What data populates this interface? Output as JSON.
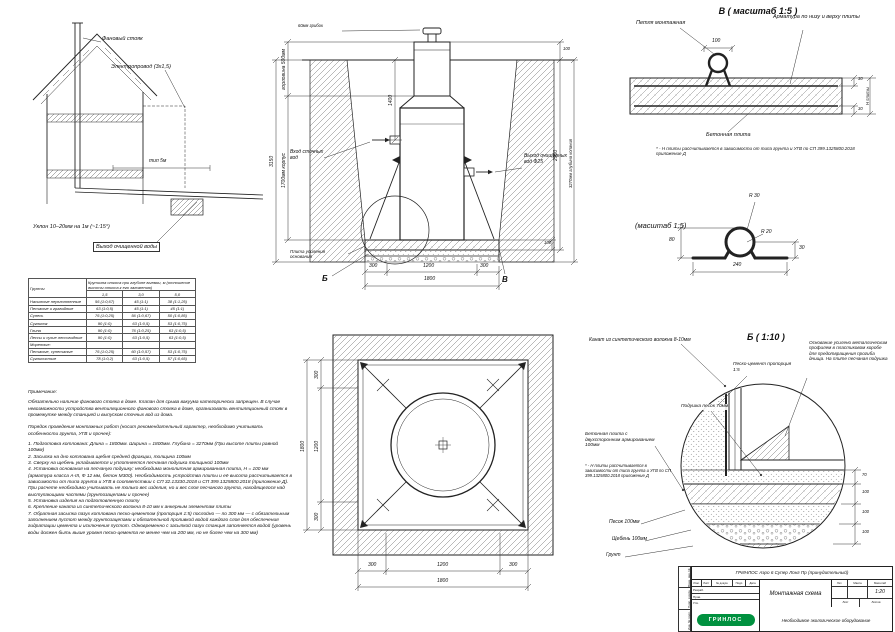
{
  "house_view": {
    "fan_stack_label": "Фановый стояк",
    "electric_label": "Электропровод (3х1,5)",
    "pipe_length_label": "тип 5м",
    "slope_label": "Уклон 10–20мм на 1м (~1:15°)",
    "outlet_label": "Выход очищенной воды"
  },
  "main_section": {
    "cap_dim": "60мм грибок",
    "neck_dim": "горловина 500мм",
    "body_dim": "1700мм корпус",
    "total_height_dim": "3150",
    "inlet_depth_dim": "1400",
    "above_ground_dim": "100",
    "inlet_label": "Вход сточных вод",
    "outlet_label": "Выход очищенных вод Ф25",
    "depth_dim": "2900",
    "plate_thickness_dim": "100",
    "excavation_depth_dim": "3270мм глубина копания",
    "base_plate_label": "Плита усиления основания",
    "dim_300_left": "300",
    "dim_1200": "1200",
    "dim_300_right": "300",
    "dim_1800": "1800",
    "detail_b_marker": "Б",
    "detail_v_marker": "В"
  },
  "detail_v": {
    "title": "В ( масштаб 1:5 )",
    "loop_label": "Петля монтажная",
    "rebar_label": "Арматура по низу и верху плиты",
    "slab_label": "Бетонная плита",
    "dim_100": "100",
    "dim_30_top": "30",
    "dim_30_bottom": "30",
    "dim_h": "Н плиты",
    "note": "* - Н плиты рассчитывается в зависимости от типа грунта и УГВ по СП 399.1325800.2018 приложение Д"
  },
  "detail_loop": {
    "title": "(масштаб 1:5)",
    "r30": "R 30",
    "r20": "R 20",
    "dim_80": "80",
    "dim_240": "240",
    "dim_30": "30"
  },
  "plan_view": {
    "dim_300_a": "300",
    "dim_1200_v": "1200",
    "dim_300_b": "300",
    "dim_1800_v": "1800",
    "dim_300_c": "300",
    "dim_1200_h": "1200",
    "dim_300_d": "300",
    "dim_1800_h": "1800"
  },
  "detail_b": {
    "title": "Б ( 1:10 )",
    "rope_label": "Канат из синтетического волокна 8-10мм",
    "reinforce_note": "Основание усилено металлическим профилем в пластиковом коробе для предотвращения прогиба днища. На плите песчаная подушка",
    "sand_cement_label": "Песко-цемент пропорция 1:5",
    "cushion_label": "Подушка песок 70мм",
    "plate_label": "Бетонная плита с двухсторонним армированием 100мм",
    "plate_note": "* - Н плиты рассчитывается в зависимости от типа грунта и УГВ по СП 399.1325800.2018 приложение Д",
    "sand_label": "Песок 100мм",
    "gravel_label": "Щебень 100мм",
    "soil_label": "Грунт",
    "dim_cushion": "70",
    "dim_plate": "100",
    "dim_sand": "100",
    "dim_gravel": "100"
  },
  "soil_table": {
    "col_soil": "Грунты",
    "col_span": "Крутизна откоса при глубине выемки, м (отношение высоты откоса к его заложению)",
    "d15": "1,5",
    "d30": "3,0",
    "d50": "5,0",
    "rows": [
      {
        "name": "Насыпные неуплотненные",
        "c1": "56 (1:0,67)",
        "c2": "45 (1:1)",
        "c3": "38 (1:1,25)"
      },
      {
        "name": "Песчаные и гравийные",
        "c1": "63 (1:0,5)",
        "c2": "45 (1:1)",
        "c3": "45 (1:1)"
      },
      {
        "name": "Супесь",
        "c1": "76 (1:0,25)",
        "c2": "56 (1:0,67)",
        "c3": "50 (1:0,85)"
      },
      {
        "name": "Суглинок",
        "c1": "90 (1:0)",
        "c2": "63 (1:0,5)",
        "c3": "53 (1:0,75)"
      },
      {
        "name": "Глина",
        "c1": "90 (1:0)",
        "c2": "76 (1:0,25)",
        "c3": "63 (1:0,5)"
      },
      {
        "name": "Лессы и сухие лессовидные",
        "c1": "90 (1:0)",
        "c2": "63 (1:0,5)",
        "c3": "63 (1:0,5)"
      },
      {
        "name": "Моренные:",
        "c1": "",
        "c2": "",
        "c3": ""
      },
      {
        "name": "Песчаные, супесчаные",
        "c1": "76 (1:0,25)",
        "c2": "60 (1:0,57)",
        "c3": "53 (1:0,75)"
      },
      {
        "name": "Суглинистые",
        "c1": "78 (1:0,2)",
        "c2": "63 (1:0,5)",
        "c3": "57 (1:0,65)"
      }
    ]
  },
  "notes": {
    "primechanie_title": "Примечание:",
    "primechanie_text": "Обязательно наличие фанового стояка в доме. Клапан для срыва вакуума категорически запрещен. В случае невозможности устройства вентиляционного фанового стояка в доме, организовать вентиляционный стояк в промежутке между станцией и выпуском сточных вод из дома.",
    "poryadok_title": "Порядок проведения монтажных работ (носит рекомендательный характер, необходимо учитывать особенности грунта, УГВ и прочее):",
    "poryadok_text": "1. Подготовка котлована: Длина = 1800мм. Ширина = 1800мм. Глубина = 3270мм (При высоте плиты равной 100мм)\n2. Засыпка на дно котлована щебня средней фракции, толщина 100мм\n3. Сверху на щебень укладывается и уплотняется песчаная подушка толщиной 100мм\n4. Установка основания на песчаную подушку: необходима монолитная армированная плита, Н = 100 мм (арматура класса А-III, Ф 12 мм, бетон М300). Необходимость устройства плиты и её высота рассчитывается в зависимости от типа грунта и УГВ в соответствии с СП 32.13330.2018 и СП 399.1325800.2018 (приложение Д). При расчете необходимо учитывать не только вес изделия, но и вес слоя песчаного грунта, находящегося над выступающими частями (грунтозацепами и прочее)\n5. Установка изделия на подготовленную плиту\n6. Крепление каната из синтетического волокна 8-10 мм к анкерным элементам плиты\n7. Обратная засыпка пазух котлована песко-цементом (пропорция 1:5) послойно — по 300 мм — с обязательным заполнением пустот между грунтозацепами и обязательной проливкой водой каждого слоя для обеспечения гидратации цемента и исключения пустот. Одновременно с засыпкой пазух станция заполняется водой (уровень воды должен быть выше уровня песко-цемента не менее чем на 200 мм, но не более чем на 300 мм)"
  },
  "title_block": {
    "product": "ГРИНЛОС Аэро 6 Супер Лонг Пр (принудительный)",
    "doc_title": "Монтажная схема",
    "izm": "Изм.",
    "list_h": "Лист",
    "ndok": "№ докум.",
    "podp": "Подп.",
    "data_h": "Дата",
    "razrab": "Разраб.",
    "prov": "Пров.",
    "utv": "Утв.",
    "lit": "Лит.",
    "massa": "Масса",
    "masshtab": "Масштаб",
    "scale_value": "1:20",
    "list2": "Лист",
    "listov": "Листов",
    "brand": "ГРИНЛОС",
    "footer": "Необходимое экологическое оборудование",
    "margin1": "Взам. инв. №",
    "margin2": "Подп. и дата",
    "margin3": "Инв. № подл."
  }
}
